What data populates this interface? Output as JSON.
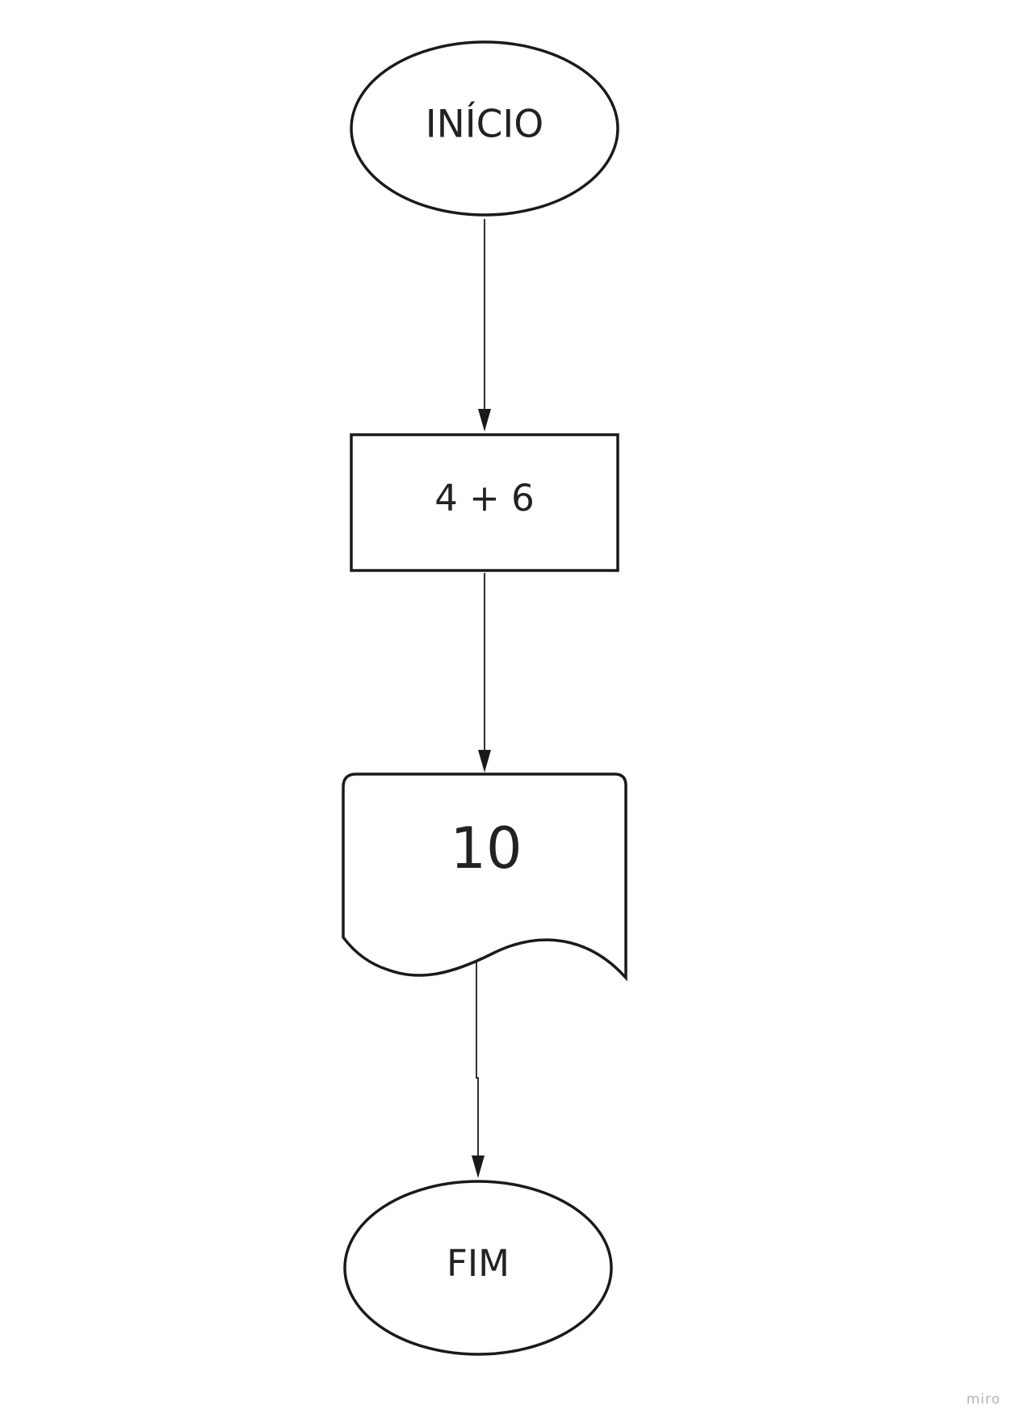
{
  "flowchart": {
    "start": {
      "label": "INÍCIO"
    },
    "process": {
      "label": "4 + 6"
    },
    "output": {
      "label": "10"
    },
    "end": {
      "label": "FIM"
    }
  },
  "colors": {
    "stroke": "#1a1a1a",
    "text": "#222222",
    "background": "#ffffff",
    "watermark": "#b5b5b5"
  },
  "watermark": {
    "text": "miro"
  }
}
